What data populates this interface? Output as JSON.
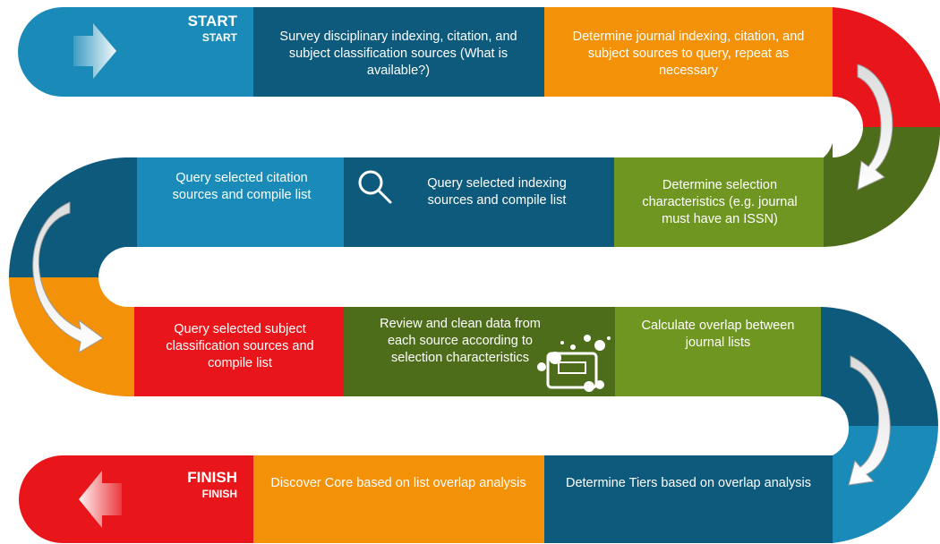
{
  "start": {
    "title": "START",
    "subtitle": "START"
  },
  "finish": {
    "title": "FINISH",
    "subtitle": "FINISH"
  },
  "steps": [
    {
      "label": "Survey disciplinary indexing, citation, and subject classification sources (What is available?)",
      "color": "#0e5a7c"
    },
    {
      "label": "Determine journal indexing, citation, and subject sources to query, repeat as necessary",
      "color": "#f39209"
    },
    {
      "label": "Determine selection characteristics (e.g. journal must have an ISSN)",
      "color": "#6f9620"
    },
    {
      "label": "Query selected indexing sources and compile list",
      "color": "#0e5a7c"
    },
    {
      "label": "Query selected citation sources and compile list",
      "color": "#1a8bb9"
    },
    {
      "label": "Query selected subject classification sources and compile list",
      "color": "#e8161b"
    },
    {
      "label": "Review and clean data from each source according to selection characteristics",
      "color": "#4e6d1a"
    },
    {
      "label": "Calculate overlap between journal lists",
      "color": "#6f9620"
    },
    {
      "label": "Determine Tiers based on overlap analysis",
      "color": "#0e5a7c"
    },
    {
      "label": "Discover Core based on list overlap analysis",
      "color": "#f39209"
    }
  ],
  "colors": {
    "blue": "#1a8bb9",
    "dark_blue": "#0e5a7c",
    "orange": "#f39209",
    "red": "#e8161b",
    "green": "#6f9620",
    "dark_green": "#4e6d1a"
  },
  "icons": [
    "right-arrow-icon",
    "left-arrow-icon",
    "curved-arrow-icon",
    "magnifier-icon",
    "cleaning-sponge-icon"
  ]
}
